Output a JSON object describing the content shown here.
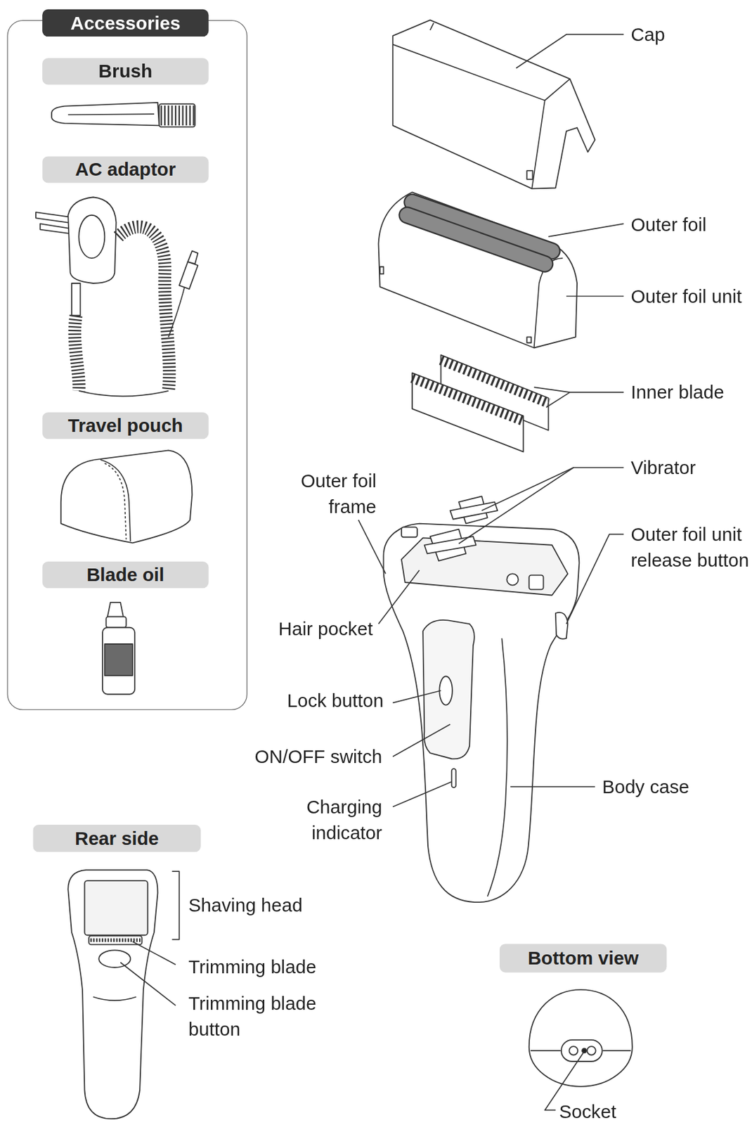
{
  "diagram": {
    "nodes": [
      {
        "text": [
          "Accessories"
        ]
      },
      {
        "text": [
          "Brush"
        ],
        "in": 0
      },
      {
        "text": [
          "AC adaptor"
        ],
        "in": 0
      },
      {
        "text": [
          "Travel pouch"
        ],
        "in": 0
      },
      {
        "text": [
          "Blade oil"
        ],
        "in": 0
      },
      {
        "text": [
          "Rear side"
        ]
      },
      {
        "text": [
          "Bottom view"
        ]
      }
    ],
    "labels": [
      "Cap",
      "Outer foil",
      "Outer foil unit",
      "Inner blade",
      "Vibrator",
      "Outer foil frame",
      "Outer foil unit release button",
      "Hair pocket",
      "Lock button",
      "ON/OFF switch",
      "Body case",
      "Charging indicator",
      "Shaving head",
      "Trimming blade",
      "Trimming blade button",
      "Socket"
    ]
  }
}
